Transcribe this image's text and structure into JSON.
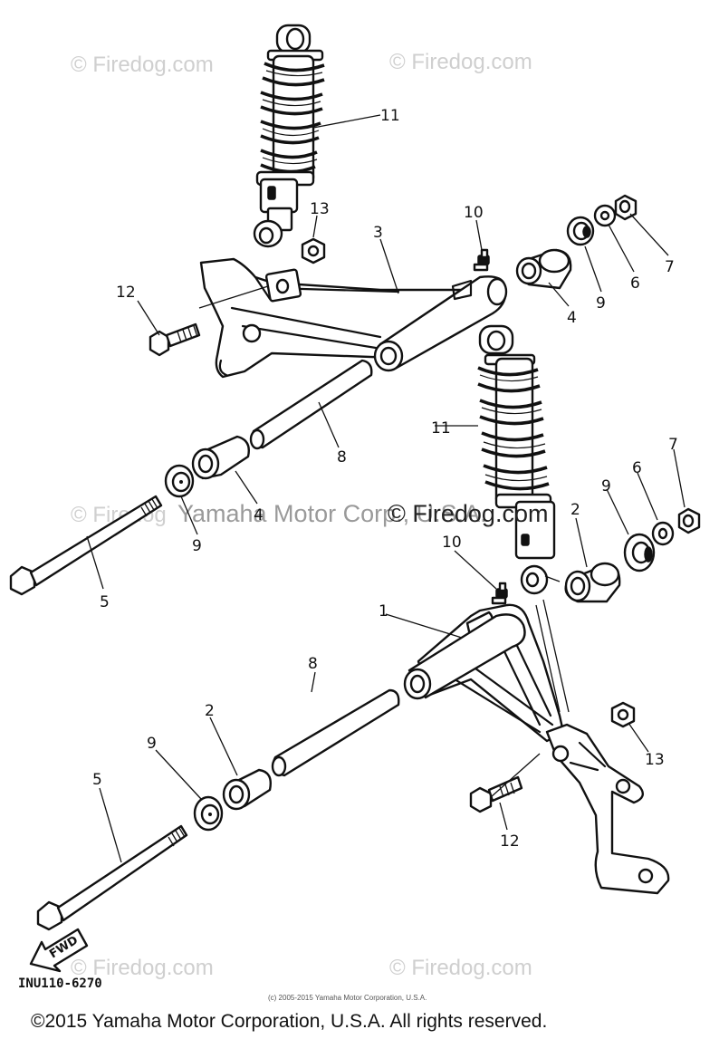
{
  "watermarks": {
    "top_left": "© Firedog.com",
    "top_right": "© Firedog.com",
    "bottom_left": "© Firedog.com",
    "bottom_right": "© Firedog.com",
    "mid_left_fragment": "© Firedog",
    "mid_yamaha": "Yamaha Motor Corp., U.S.A.",
    "mid_firedog": "© Firedog.com"
  },
  "part_labels": {
    "callout_1": "1",
    "callout_2": "2",
    "callout_3": "3",
    "callout_4": "4",
    "callout_5": "5",
    "callout_6": "6",
    "callout_7": "7",
    "callout_8": "8",
    "callout_9": "9",
    "callout_10": "10",
    "callout_11": "11",
    "callout_12": "12",
    "callout_13": "13"
  },
  "fwd_arrow_text": "FWD",
  "diagram_code": "INU110-6270",
  "small_copyright": "(c) 2005-2015 Yamaha Motor Corporation, U.S.A.",
  "footer_copyright": "©2015 Yamaha Motor Corporation, U.S.A. All rights reserved."
}
